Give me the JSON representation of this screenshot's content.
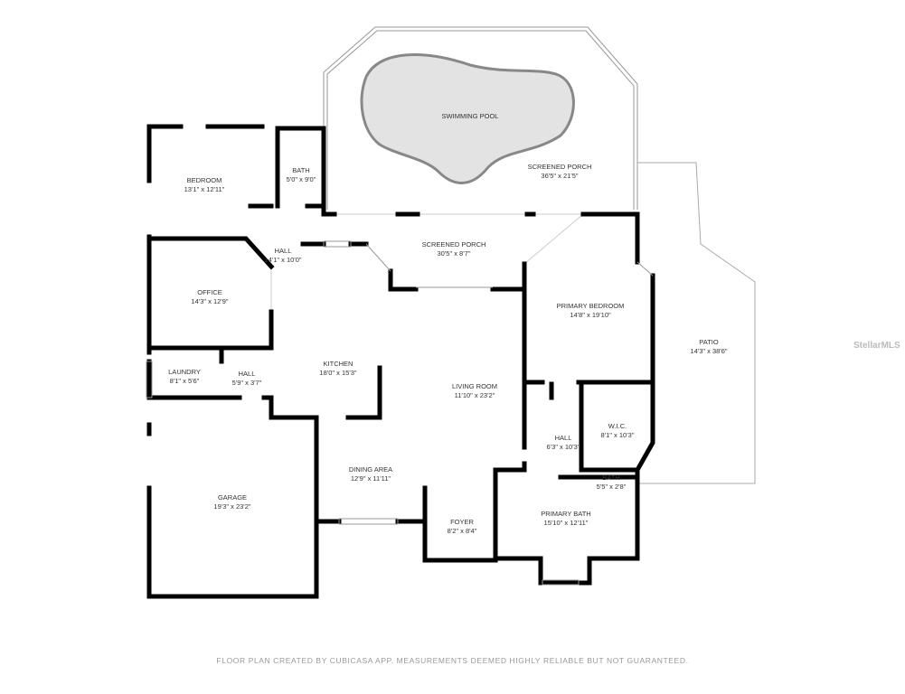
{
  "rooms": [
    {
      "name": "SWIMMING POOL",
      "dims": ""
    },
    {
      "name": "SCREENED PORCH",
      "dims": "36'5\" x 21'5\""
    },
    {
      "name": "BEDROOM",
      "dims": "13'1\" x 12'11\""
    },
    {
      "name": "BATH",
      "dims": "5'0\" x 9'0\""
    },
    {
      "name": "HALL",
      "dims": "14'1\" x 10'0\""
    },
    {
      "name": "SCREENED PORCH",
      "dims": "30'5\" x 8'7\""
    },
    {
      "name": "OFFICE",
      "dims": "14'3\" x 12'9\""
    },
    {
      "name": "PRIMARY BEDROOM",
      "dims": "14'8\" x 19'10\""
    },
    {
      "name": "PATIO",
      "dims": "14'3\" x 38'6\""
    },
    {
      "name": "LAUNDRY",
      "dims": "8'1\" x 5'6\""
    },
    {
      "name": "HALL",
      "dims": "5'9\" x 3'7\""
    },
    {
      "name": "KITCHEN",
      "dims": "18'0\" x 15'3\""
    },
    {
      "name": "LIVING ROOM",
      "dims": "11'10\" x 23'2\""
    },
    {
      "name": "W.I.C.",
      "dims": "8'1\" x 10'3\""
    },
    {
      "name": "HALL",
      "dims": "6'3\" x 10'3\""
    },
    {
      "name": "DINING AREA",
      "dims": "12'9\" x 11'11\""
    },
    {
      "name": "BATH",
      "dims": "5'5\" x 2'8\""
    },
    {
      "name": "GARAGE",
      "dims": "19'3\" x 23'2\""
    },
    {
      "name": "FOYER",
      "dims": "8'2\" x 8'4\""
    },
    {
      "name": "PRIMARY BATH",
      "dims": "15'10\" x 12'11\""
    }
  ],
  "watermark": "StellarMLS",
  "footer": "FLOOR PLAN CREATED BY CUBICASA APP. MEASUREMENTS DEEMED HIGHLY RELIABLE BUT NOT GUARANTEED.",
  "colors": {
    "wall": "#000000",
    "pool": "#e3e3e3",
    "thin": "#bbbbbb"
  }
}
